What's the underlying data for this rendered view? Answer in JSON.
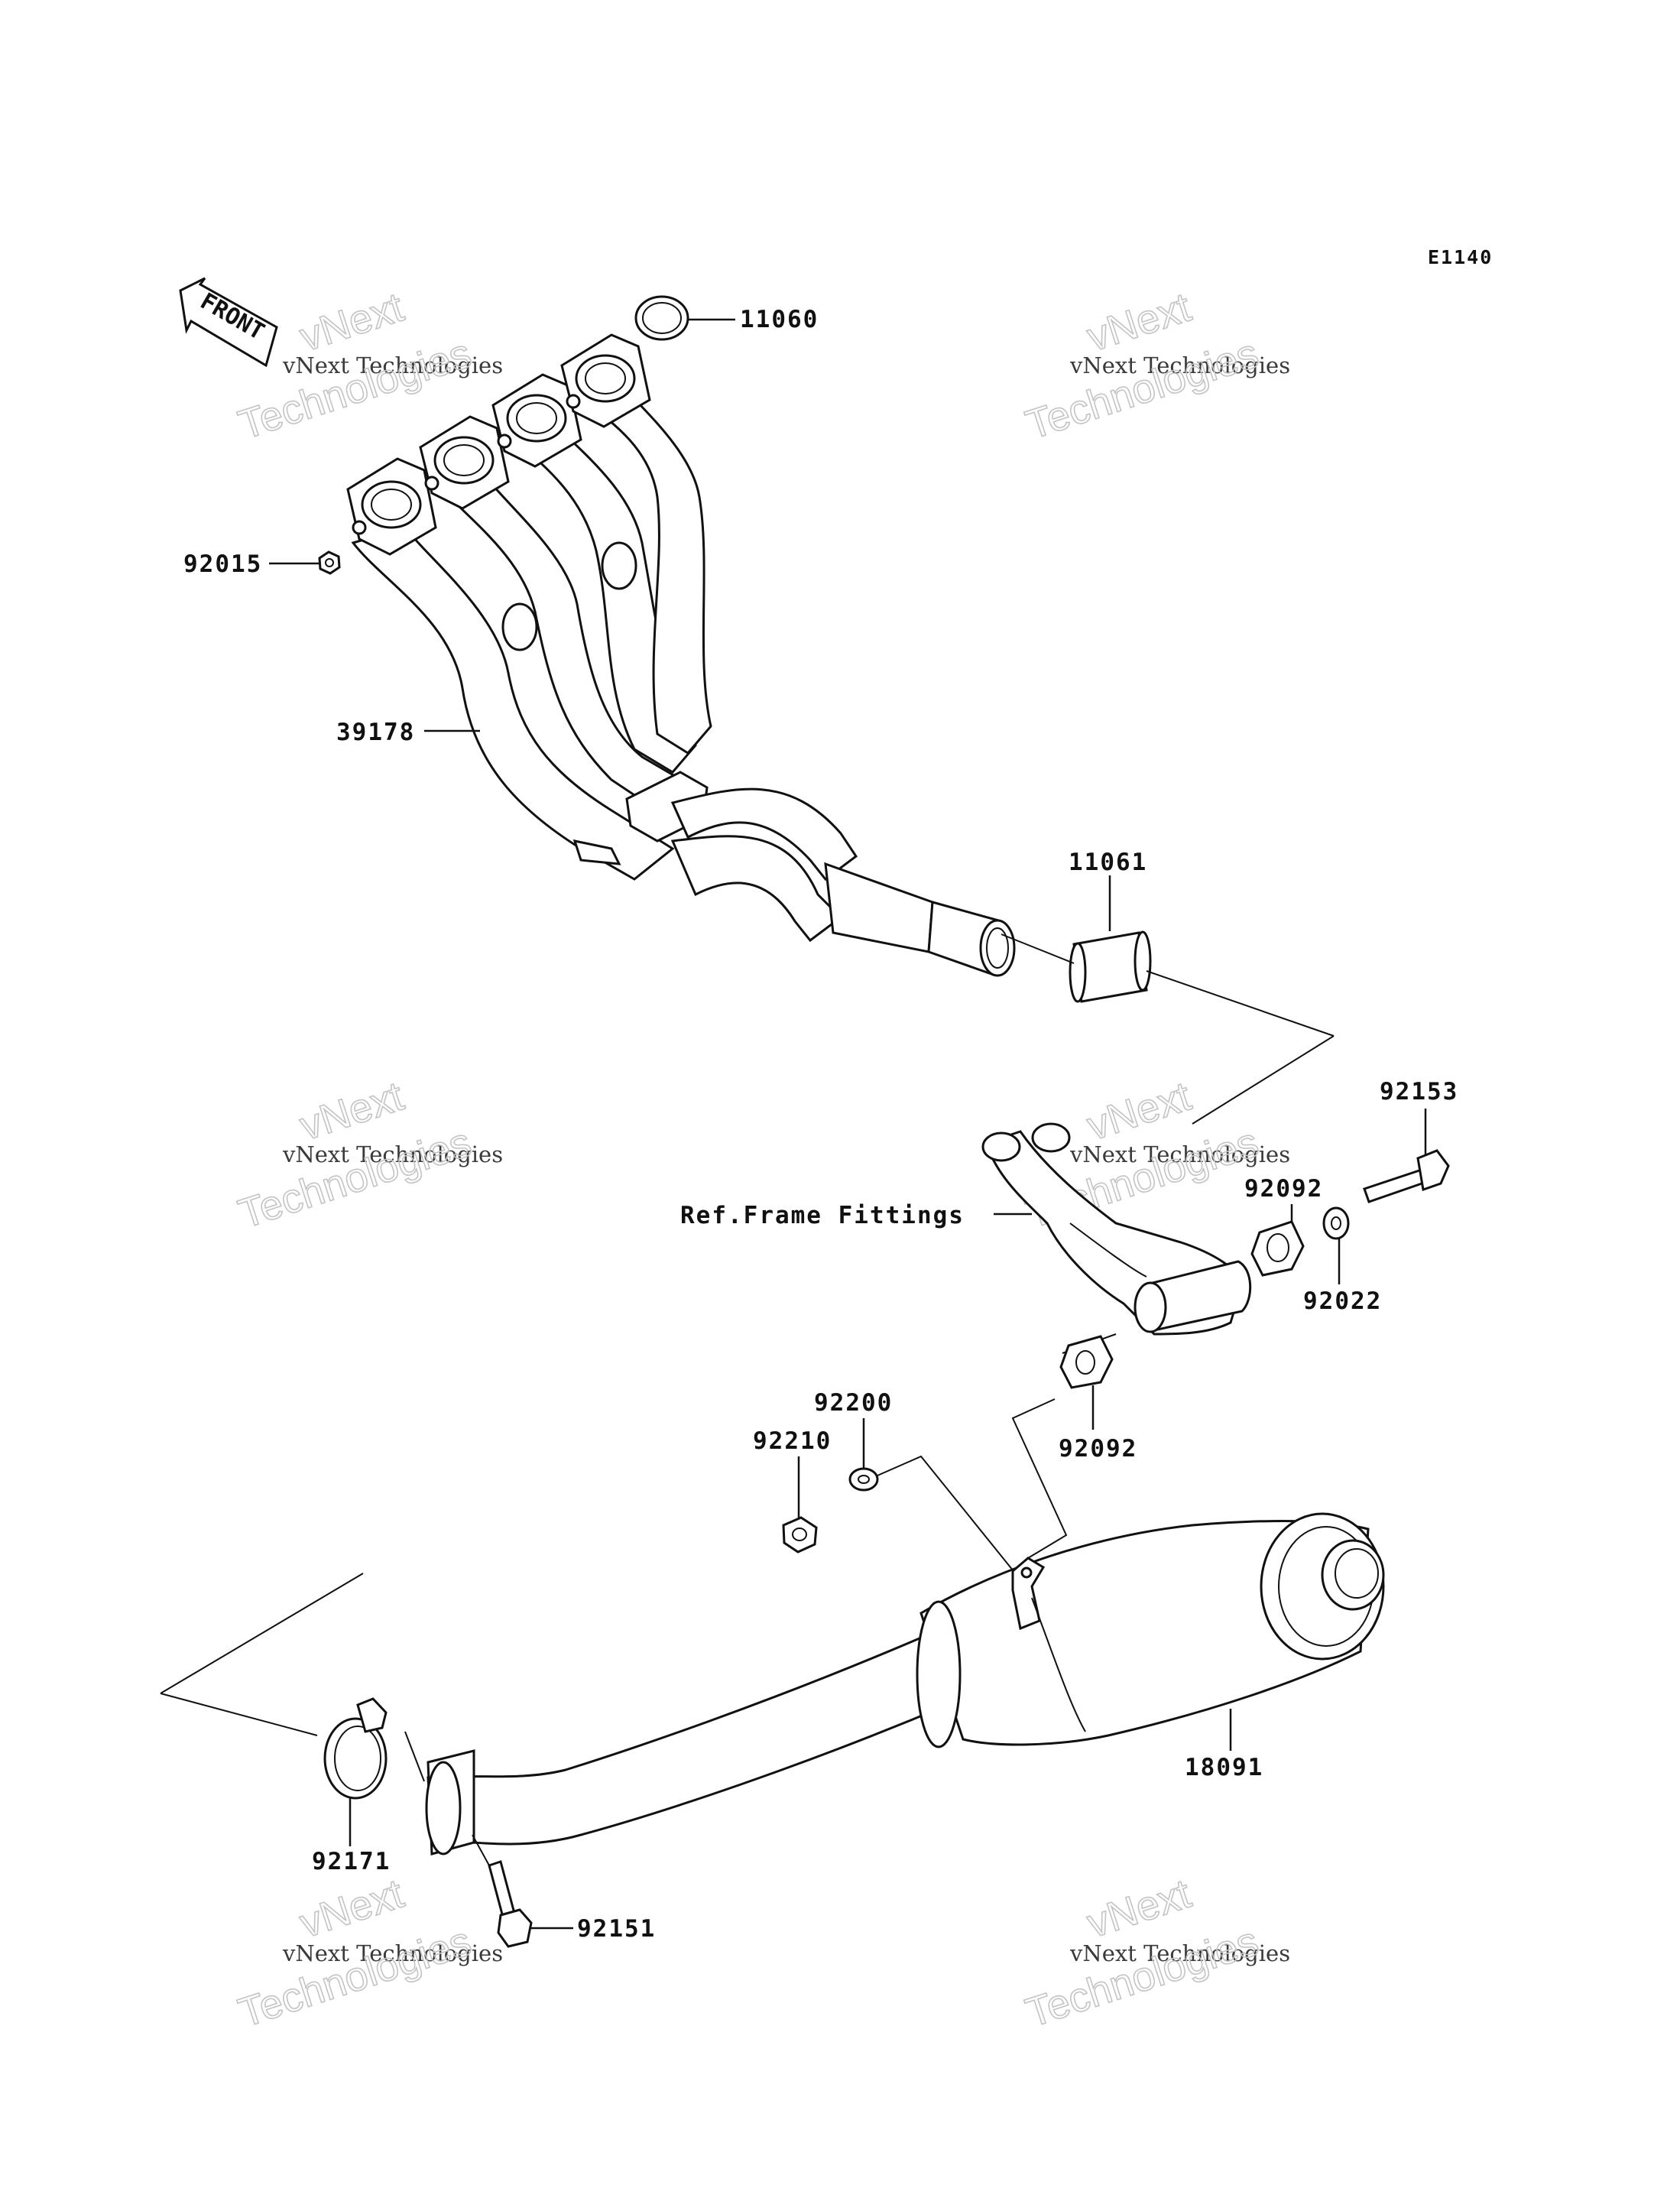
{
  "diagram": {
    "code": "E1140",
    "front_label": "FRONT",
    "reference_note": "Ref.Frame Fittings",
    "parts": [
      {
        "number": "11060",
        "key": "gasket-11060"
      },
      {
        "number": "92015",
        "key": "nut-92015"
      },
      {
        "number": "39178",
        "key": "exhaust-header-39178"
      },
      {
        "number": "11061",
        "key": "gasket-11061"
      },
      {
        "number": "92153",
        "key": "bolt-92153"
      },
      {
        "number": "92092",
        "key": "damper-92092-upper"
      },
      {
        "number": "92022",
        "key": "washer-92022"
      },
      {
        "number": "92200",
        "key": "washer-92200"
      },
      {
        "number": "92210",
        "key": "nut-92210"
      },
      {
        "number": "92092",
        "key": "damper-92092-lower"
      },
      {
        "number": "18091",
        "key": "muffler-18091"
      },
      {
        "number": "92171",
        "key": "clamp-92171"
      },
      {
        "number": "92151",
        "key": "bolt-92151"
      }
    ]
  },
  "watermark": {
    "line1": "vNext",
    "line2": "vNext Technologies",
    "line3": "Technologies"
  }
}
